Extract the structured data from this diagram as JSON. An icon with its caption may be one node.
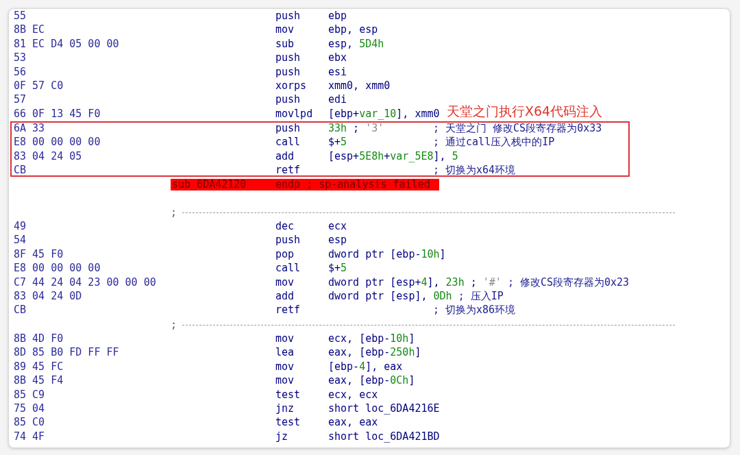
{
  "diagram": {
    "nodes": [
      {
        "text": [
          "天堂之门执行X64代码注入",
          "6A 33",
          "push",
          "33h ; '3'",
          "; 天堂之门 修改CS段寄存器为0x33",
          "E8 00 00 00 00",
          "call",
          "$+5",
          "; 通过call压入栈中的IP",
          "83 04 24 05",
          "add",
          "[esp+5E8h+var_5E8], 5",
          "CB",
          "retf",
          "; 切换为x64环境"
        ]
      },
      {
        "text": [
          "sub_6DA42120",
          "endp ; sp-analysis failed"
        ]
      }
    ],
    "labels": [
      "55",
      "push",
      "ebp",
      "8B EC",
      "mov",
      "ebp, esp",
      "81 EC D4 05 00 00",
      "sub",
      "esp, 5D4h",
      "53",
      "push",
      "ebx",
      "56",
      "push",
      "esi",
      "0F 57 C0",
      "xorps",
      "xmm0, xmm0",
      "57",
      "push",
      "edi",
      "66 0F 13 45 F0",
      "movlpd",
      "[ebp+var_10], xmm0",
      ";",
      "49",
      "dec",
      "ecx",
      "54",
      "push",
      "esp",
      "8F 45 F0",
      "pop",
      "dword ptr [ebp-10h]",
      "E8 00 00 00 00",
      "call",
      "$+5",
      "C7 44 24 04 23 00 00 00",
      "mov",
      "dword ptr [esp+4], 23h ; '#'",
      "; 修改CS段寄存器为0x23",
      "83 04 24 0D",
      "add",
      "dword ptr [esp], 0Dh",
      "; 压入IP",
      "CB",
      "retf",
      "; 切换为x86环境",
      ";",
      "8B 4D F0",
      "mov",
      "ecx, [ebp-10h]",
      "8D 85 B0 FD FF FF",
      "lea",
      "eax, [ebp-250h]",
      "89 45 FC",
      "mov",
      "[ebp-4], eax",
      "8B 45 F4",
      "mov",
      "eax, [ebp-0Ch]",
      "85 C9",
      "test",
      "ecx, ecx",
      "75 04",
      "jnz",
      "short loc_6DA4216E",
      "85 C0",
      "test",
      "eax, eax",
      "74 4F",
      "jz",
      "short loc_6DA421BD"
    ]
  }
}
